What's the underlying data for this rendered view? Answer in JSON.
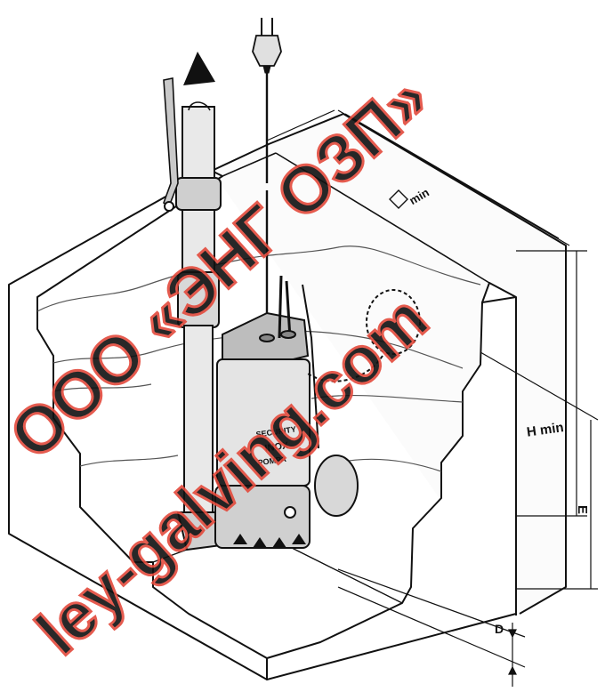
{
  "labels": {
    "square_min": "min",
    "h_min": "H min",
    "e": "E",
    "d": "D"
  },
  "pump_labels": {
    "top": "SECURITY",
    "middle": "INOX",
    "bottom": "POMPA"
  },
  "watermark": {
    "line1": "ООО «ЭНГ ОЗП»",
    "line2": "ley-galving.com",
    "color": "#e34a3c"
  }
}
